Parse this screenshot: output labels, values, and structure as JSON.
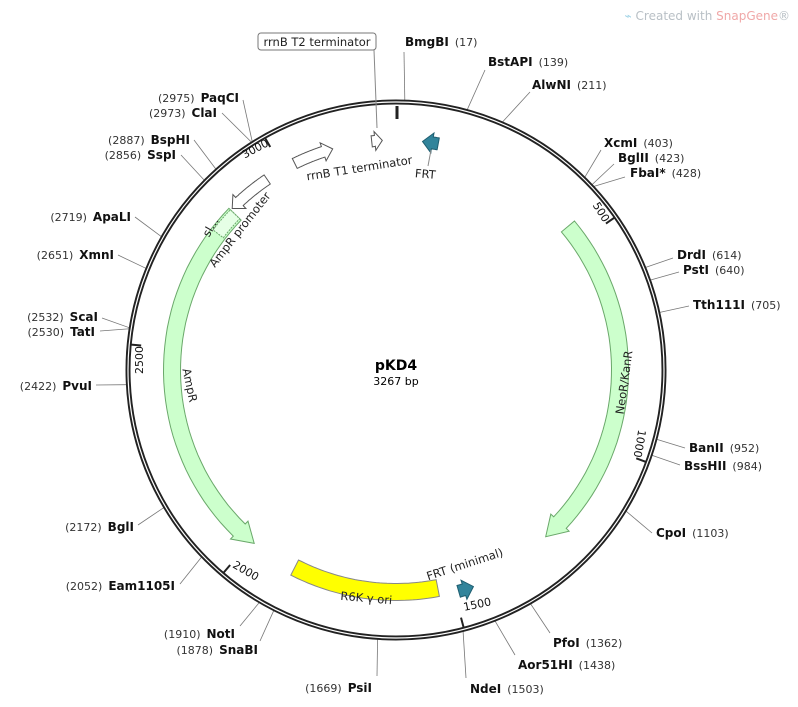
{
  "watermark": {
    "prefix": "Created with ",
    "brand": "SnapGene",
    "suffix": "®"
  },
  "plasmid": {
    "name": "pKD4",
    "length_label": "3267 bp",
    "length": 3267
  },
  "ticks": [
    {
      "bp": 500,
      "label": "500"
    },
    {
      "bp": 1000,
      "label": "1000"
    },
    {
      "bp": 1500,
      "label": "1500"
    },
    {
      "bp": 2000,
      "label": "2000"
    },
    {
      "bp": 2500,
      "label": "2500"
    },
    {
      "bp": 3000,
      "label": "3000"
    }
  ],
  "colors": {
    "resistance": "#ccffcc",
    "resistance_stroke": "#6aa86a",
    "frt": "#31849b",
    "ori": "#ffff00",
    "terminator": "#ffffff"
  },
  "features": [
    {
      "name": "rrnB T2 terminator",
      "start": 3212,
      "end": 3236,
      "dir": "cw",
      "type": "terminator"
    },
    {
      "name": "FRT",
      "start": 60,
      "end": 96,
      "dir": "ccw",
      "type": "frt"
    },
    {
      "name": "rrnB T1 terminator",
      "start": 3030,
      "end": 3122,
      "dir": "cw",
      "type": "terminator"
    },
    {
      "name": "AmpR promoter",
      "start": 2855,
      "end": 2958,
      "dir": "ccw",
      "type": "promoter"
    },
    {
      "name": "AmpR",
      "start": 1990,
      "end": 2850,
      "dir": "ccw",
      "type": "resistance"
    },
    {
      "name": "sl...",
      "start": 2790,
      "end": 2850,
      "dir": "none",
      "type": "signal"
    },
    {
      "name": "NeoR/KanR",
      "start": 455,
      "end": 1253,
      "dir": "cw",
      "type": "resistance"
    },
    {
      "name": "R6K γ ori",
      "start": 1535,
      "end": 1880,
      "dir": "none",
      "type": "ori"
    },
    {
      "name": "FRT (minimal)",
      "start": 1455,
      "end": 1490,
      "dir": "ccw",
      "type": "frt"
    }
  ],
  "enzymes": [
    {
      "name": "BmgBI",
      "pos": "(17)",
      "bp": 17
    },
    {
      "name": "BstAPI",
      "pos": "(139)",
      "bp": 139
    },
    {
      "name": "AlwNI",
      "pos": "(211)",
      "bp": 211
    },
    {
      "name": "XcmI",
      "pos": "(403)",
      "bp": 403
    },
    {
      "name": "BglII",
      "pos": "(423)",
      "bp": 423
    },
    {
      "name": "FbaI*",
      "pos": "(428)",
      "bp": 428
    },
    {
      "name": "DrdI",
      "pos": "(614)",
      "bp": 614
    },
    {
      "name": "PstI",
      "pos": "(640)",
      "bp": 640
    },
    {
      "name": "Tth111I",
      "pos": "(705)",
      "bp": 705
    },
    {
      "name": "BanII",
      "pos": "(952)",
      "bp": 952
    },
    {
      "name": "BssHII",
      "pos": "(984)",
      "bp": 984
    },
    {
      "name": "CpoI",
      "pos": "(1103)",
      "bp": 1103
    },
    {
      "name": "PfoI",
      "pos": "(1362)",
      "bp": 1362
    },
    {
      "name": "Aor51HI",
      "pos": "(1438)",
      "bp": 1438
    },
    {
      "name": "NdeI",
      "pos": "(1503)",
      "bp": 1503
    },
    {
      "name": "PsiI",
      "pos": "(1669)",
      "bp": 1669
    },
    {
      "name": "SnaBI",
      "pos": "(1878)",
      "bp": 1878
    },
    {
      "name": "NotI",
      "pos": "(1910)",
      "bp": 1910
    },
    {
      "name": "Eam1105I",
      "pos": "(2052)",
      "bp": 2052
    },
    {
      "name": "BglI",
      "pos": "(2172)",
      "bp": 2172
    },
    {
      "name": "PvuI",
      "pos": "(2422)",
      "bp": 2422
    },
    {
      "name": "TatI",
      "pos": "(2530)",
      "bp": 2530
    },
    {
      "name": "ScaI",
      "pos": "(2532)",
      "bp": 2532
    },
    {
      "name": "XmnI",
      "pos": "(2651)",
      "bp": 2651
    },
    {
      "name": "ApaLI",
      "pos": "(2719)",
      "bp": 2719
    },
    {
      "name": "SspI",
      "pos": "(2856)",
      "bp": 2856
    },
    {
      "name": "BspHI",
      "pos": "(2887)",
      "bp": 2887
    },
    {
      "name": "ClaI",
      "pos": "(2973)",
      "bp": 2973
    },
    {
      "name": "PaqCI",
      "pos": "(2975)",
      "bp": 2975
    }
  ]
}
